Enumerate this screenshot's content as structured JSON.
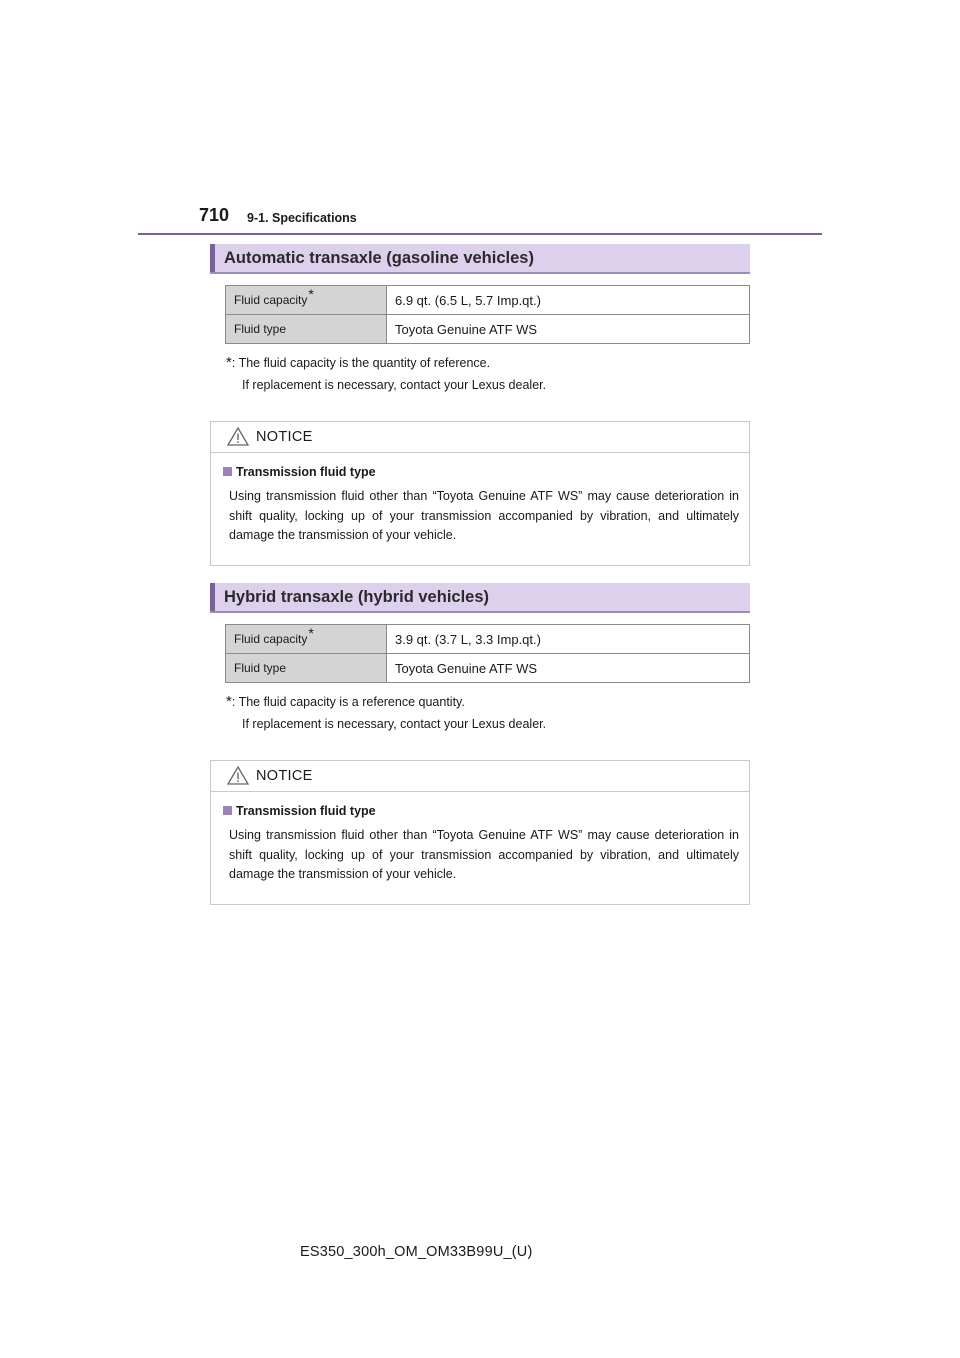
{
  "header": {
    "page_number": "710",
    "section": "9-1. Specifications"
  },
  "sections": [
    {
      "title": "Automatic transaxle (gasoline vehicles)",
      "rows": [
        {
          "key": "Fluid capacity",
          "star": "*",
          "value": "6.9 qt. (6.5 L, 5.7 Imp.qt.)"
        },
        {
          "key": "Fluid type",
          "star": "",
          "value": "Toyota Genuine ATF WS"
        }
      ],
      "footnote_star": "*",
      "footnote_line1": ": The fluid capacity is the quantity of reference.",
      "footnote_line2": "If replacement is necessary, contact your Lexus dealer.",
      "notice": {
        "label": "NOTICE",
        "subheading": "Transmission fluid type",
        "text": "Using transmission fluid other than “Toyota Genuine ATF WS” may cause deterioration in shift quality, locking up of your transmission accompanied by vibration, and ultimately damage the transmission of your vehicle."
      }
    },
    {
      "title": "Hybrid transaxle (hybrid vehicles)",
      "rows": [
        {
          "key": "Fluid capacity",
          "star": "*",
          "value": "3.9 qt. (3.7 L, 3.3 Imp.qt.)"
        },
        {
          "key": "Fluid type",
          "star": "",
          "value": "Toyota Genuine ATF WS"
        }
      ],
      "footnote_star": "*",
      "footnote_line1": ": The fluid capacity is a reference quantity.",
      "footnote_line2": "If replacement is necessary, contact your Lexus dealer.",
      "notice": {
        "label": "NOTICE",
        "subheading": "Transmission fluid type",
        "text": "Using transmission fluid other than “Toyota Genuine ATF WS” may cause deterioration in shift quality, locking up of your transmission accompanied by vibration, and ultimately damage the transmission of your vehicle."
      }
    }
  ],
  "footer": "ES350_300h_OM_OM33B99U_(U)",
  "colors": {
    "accent": "#7a5fa3",
    "heading_bg": "#dcd0ec",
    "table_key_bg": "#d4d4d4"
  }
}
